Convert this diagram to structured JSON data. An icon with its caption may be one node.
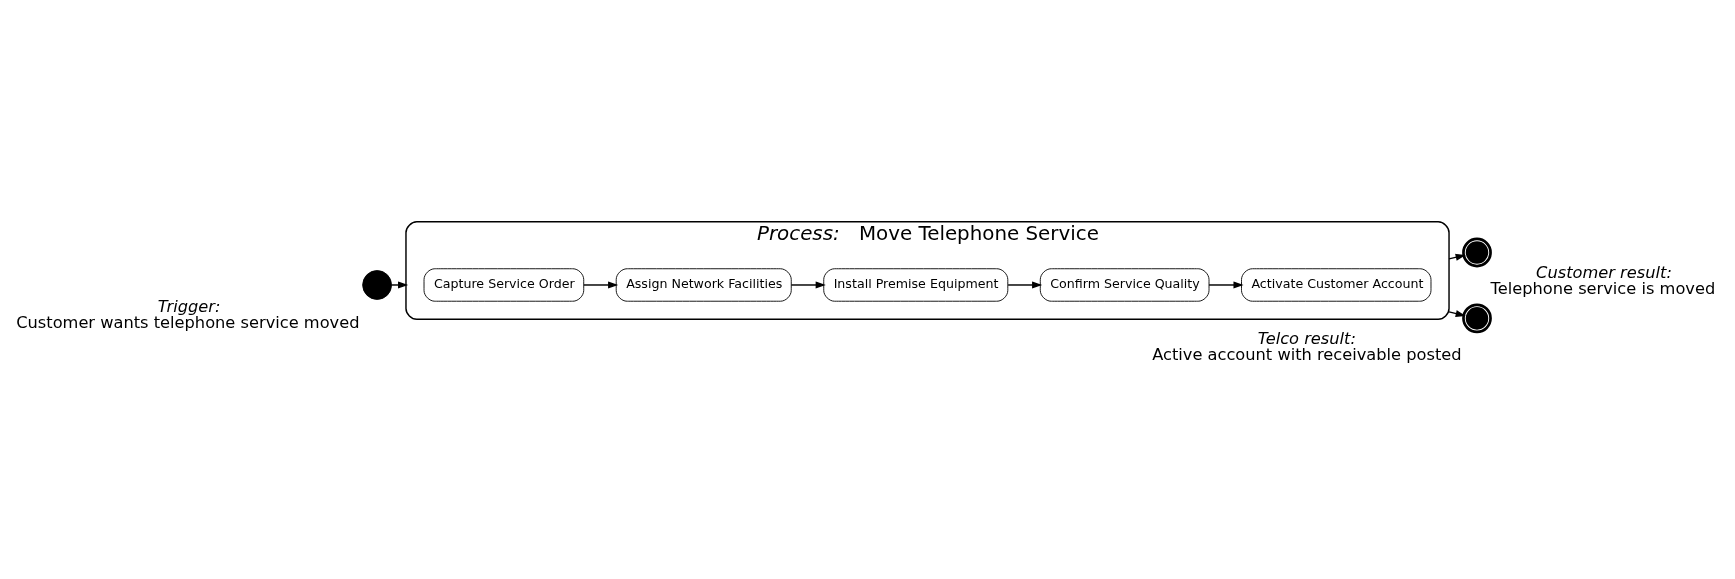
{
  "diagram": {
    "nodes": [
      {
        "text": [],
        "shape": "circle",
        "beside": [
          "Trigger:",
          "Customer wants telephone service moved"
        ]
      },
      {
        "text": [
          "Process:",
          "Move Telephone Service"
        ]
      },
      {
        "text": [
          "Capture Service Order"
        ],
        "in": 1
      },
      {
        "text": [
          "Assign Network Facilities"
        ],
        "in": 1
      },
      {
        "text": [
          "Install Premise Equipment"
        ],
        "in": 1
      },
      {
        "text": [
          "Confirm Service Quality"
        ],
        "in": 1
      },
      {
        "text": [
          "Activate Customer Account"
        ],
        "in": 1
      },
      {
        "text": [],
        "shape": "circle",
        "beside": [
          "Customer result:",
          "Telephone service is moved"
        ]
      },
      {
        "text": [],
        "shape": "circle",
        "beside": [
          "Telco result:",
          "Active account with receivable posted"
        ]
      }
    ],
    "edges": [
      {
        "from": 0,
        "to": 1,
        "arrow": "to"
      },
      {
        "from": 2,
        "to": 3,
        "arrow": "to"
      },
      {
        "from": 3,
        "to": 4,
        "arrow": "to"
      },
      {
        "from": 4,
        "to": 5,
        "arrow": "to"
      },
      {
        "from": 5,
        "to": 6,
        "arrow": "to"
      },
      {
        "from": 1,
        "to": 7,
        "arrow": "to"
      },
      {
        "from": 1,
        "to": 8,
        "arrow": "to"
      }
    ]
  }
}
